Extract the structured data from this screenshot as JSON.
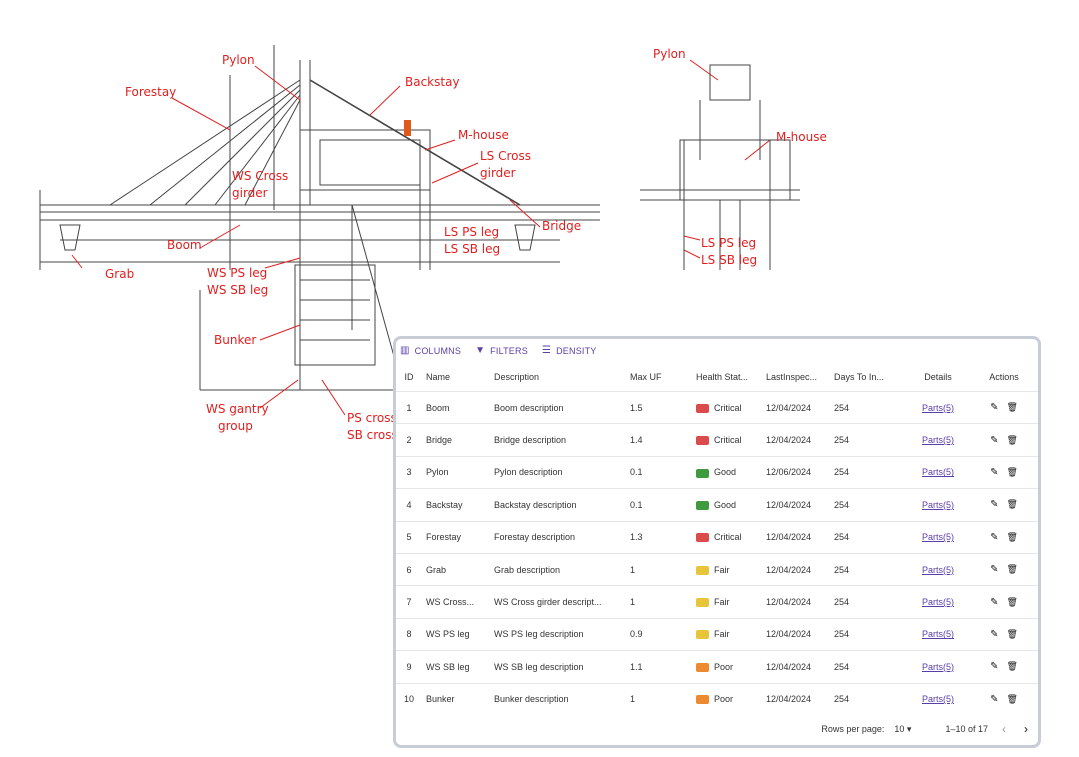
{
  "drawing_labels": {
    "pylon_main": "Pylon",
    "forestay": "Forestay",
    "backstay": "Backstay",
    "m_house_main": "M-house",
    "ls_cross_line1": "LS Cross",
    "ls_cross_line2": "girder",
    "ws_cross_line1": "WS Cross",
    "ws_cross_line2": "girder",
    "bridge": "Bridge",
    "ls_ps_leg_main": "LS PS leg",
    "ls_sb_leg_main": "LS SB leg",
    "boom": "Boom",
    "grab": "Grab",
    "ws_ps_leg": "WS PS leg",
    "ws_sb_leg": "WS SB leg",
    "bunker": "Bunker",
    "ws_gantry_line1": "WS gantry",
    "ws_gantry_line2": "group",
    "ps_cross": "PS cross",
    "sb_cross": "SB cross",
    "pylon_side": "Pylon",
    "m_house_side": "M-house",
    "ls_ps_leg_side": "LS PS leg",
    "ls_sb_leg_side": "LS SB leg"
  },
  "toolbar": {
    "columns_label": "COLUMNS",
    "filters_label": "FILTERS",
    "density_label": "DENSITY"
  },
  "columns": {
    "id": "ID",
    "name": "Name",
    "description": "Description",
    "max_uf": "Max UF",
    "health": "Health Stat...",
    "last_inspection": "LastInspec...",
    "days_to": "Days To In...",
    "details": "Details",
    "actions": "Actions"
  },
  "rows": [
    {
      "id": "1",
      "name": "Boom",
      "description": "Boom description",
      "max_uf": "1.5",
      "health": "Critical",
      "health_color": "#dc4b4b",
      "last": "12/04/2024",
      "days": "254",
      "details": "Parts(5)"
    },
    {
      "id": "2",
      "name": "Bridge",
      "description": "Bridge description",
      "max_uf": "1.4",
      "health": "Critical",
      "health_color": "#dc4b4b",
      "last": "12/04/2024",
      "days": "254",
      "details": "Parts(5)"
    },
    {
      "id": "3",
      "name": "Pylon",
      "description": "Pylon description",
      "max_uf": "0.1",
      "health": "Good",
      "health_color": "#3f9a3f",
      "last": "12/06/2024",
      "days": "254",
      "details": "Parts(5)"
    },
    {
      "id": "4",
      "name": "Backstay",
      "description": "Backstay description",
      "max_uf": "0.1",
      "health": "Good",
      "health_color": "#3f9a3f",
      "last": "12/04/2024",
      "days": "254",
      "details": "Parts(5)"
    },
    {
      "id": "5",
      "name": "Forestay",
      "description": "Forestay description",
      "max_uf": "1.3",
      "health": "Critical",
      "health_color": "#dc4b4b",
      "last": "12/04/2024",
      "days": "254",
      "details": "Parts(5)"
    },
    {
      "id": "6",
      "name": "Grab",
      "description": "Grab description",
      "max_uf": "1",
      "health": "Fair",
      "health_color": "#e8c43a",
      "last": "12/04/2024",
      "days": "254",
      "details": "Parts(5)"
    },
    {
      "id": "7",
      "name": "WS Cross...",
      "description": "WS Cross girder descript...",
      "max_uf": "1",
      "health": "Fair",
      "health_color": "#e8c43a",
      "last": "12/04/2024",
      "days": "254",
      "details": "Parts(5)"
    },
    {
      "id": "8",
      "name": "WS PS leg",
      "description": "WS PS leg description",
      "max_uf": "0.9",
      "health": "Fair",
      "health_color": "#e8c43a",
      "last": "12/04/2024",
      "days": "254",
      "details": "Parts(5)"
    },
    {
      "id": "9",
      "name": "WS SB leg",
      "description": "WS SB leg description",
      "max_uf": "1.1",
      "health": "Poor",
      "health_color": "#ee8a2e",
      "last": "12/04/2024",
      "days": "254",
      "details": "Parts(5)"
    },
    {
      "id": "10",
      "name": "Bunker",
      "description": "Bunker description",
      "max_uf": "1",
      "health": "Poor",
      "health_color": "#ee8a2e",
      "last": "12/04/2024",
      "days": "254",
      "details": "Parts(5)"
    }
  ],
  "pagination": {
    "rows_per_page_label": "Rows per page:",
    "rows_per_page_value": "10",
    "range": "1–10 of 17"
  },
  "colors": {
    "accent": "#5b3ea8",
    "label_red": "#e02020",
    "critical": "#dc4b4b",
    "good": "#3f9a3f",
    "fair": "#e8c43a",
    "poor": "#ee8a2e"
  }
}
